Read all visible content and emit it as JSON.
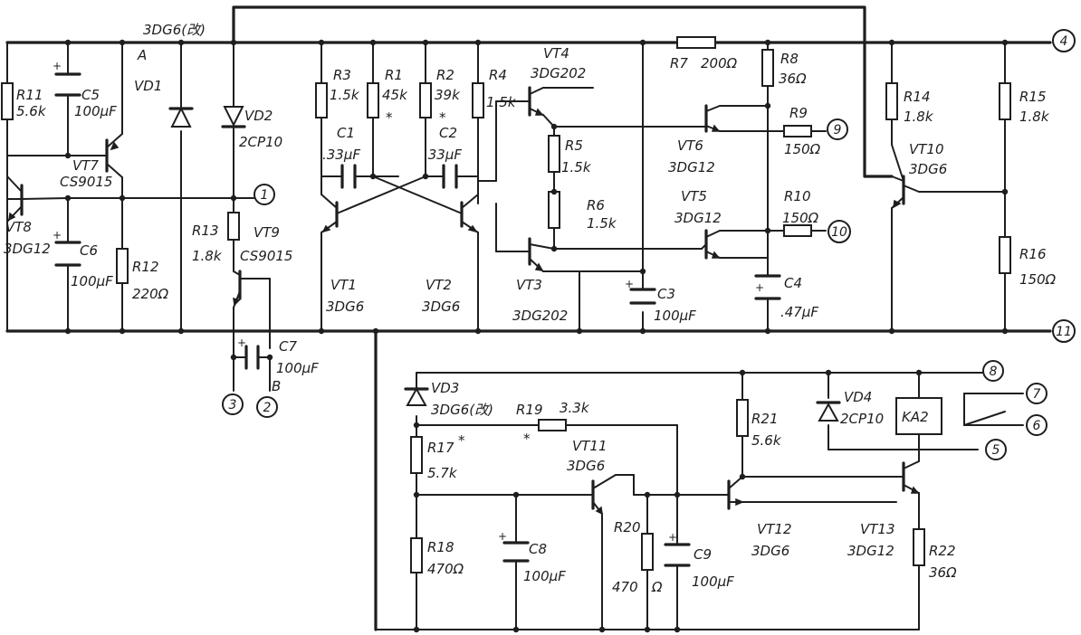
{
  "components": {
    "R11": {
      "ref": "R11",
      "value": "5.6k"
    },
    "C5": {
      "ref": "C5",
      "value": "100μF"
    },
    "VT7": {
      "ref": "VT7",
      "value": "CS9015"
    },
    "VT8": {
      "ref": "VT8",
      "value": "3DG12"
    },
    "C6": {
      "ref": "C6",
      "value": "100μF"
    },
    "R12": {
      "ref": "R12",
      "value": "220Ω"
    },
    "VD1": {
      "ref": "VD1",
      "value": "3DG6(改)"
    },
    "VD2": {
      "ref": "VD2",
      "value": "2CP10"
    },
    "R13": {
      "ref": "R13",
      "value": "1.8k"
    },
    "VT9": {
      "ref": "VT9",
      "value": "CS9015"
    },
    "C7": {
      "ref": "C7",
      "value": "100μF"
    },
    "R3": {
      "ref": "R3",
      "value": "1.5k"
    },
    "R1": {
      "ref": "R1",
      "value": "45k"
    },
    "R2": {
      "ref": "R2",
      "value": "39k"
    },
    "R4": {
      "ref": "R4",
      "value": "1.5k"
    },
    "C1": {
      "ref": "C1",
      "value": ".33μF"
    },
    "C2": {
      "ref": "C2",
      "value": ".33μF"
    },
    "VT1": {
      "ref": "VT1",
      "value": "3DG6"
    },
    "VT2": {
      "ref": "VT2",
      "value": "3DG6"
    },
    "VT4": {
      "ref": "VT4",
      "value": "3DG202"
    },
    "VT3": {
      "ref": "VT3",
      "value": "3DG202"
    },
    "R5": {
      "ref": "R5",
      "value": "1.5k"
    },
    "R6": {
      "ref": "R6",
      "value": "1.5k"
    },
    "R7": {
      "ref": "R7",
      "value": "200Ω"
    },
    "R8": {
      "ref": "R8",
      "value": "36Ω"
    },
    "R9": {
      "ref": "R9",
      "value": "150Ω"
    },
    "R10": {
      "ref": "R10",
      "value": "150Ω"
    },
    "VT6": {
      "ref": "VT6",
      "value": "3DG12"
    },
    "VT5": {
      "ref": "VT5",
      "value": "3DG12"
    },
    "C3": {
      "ref": "C3",
      "value": "100μF"
    },
    "C4": {
      "ref": "C4",
      "value": ".47μF"
    },
    "R14": {
      "ref": "R14",
      "value": "1.8k"
    },
    "VT10": {
      "ref": "VT10",
      "value": "3DG6"
    },
    "R15": {
      "ref": "R15",
      "value": "1.8k"
    },
    "R16": {
      "ref": "R16",
      "value": "150Ω"
    },
    "VD3": {
      "ref": "VD3",
      "value": "3DG6(改)"
    },
    "R19": {
      "ref": "R19",
      "value": "3.3k"
    },
    "R17": {
      "ref": "R17",
      "value": "5.7k"
    },
    "R18": {
      "ref": "R18",
      "value": "470Ω"
    },
    "C8": {
      "ref": "C8",
      "value": "100μF"
    },
    "VT11": {
      "ref": "VT11",
      "value": "3DG6"
    },
    "R20": {
      "ref": "R20",
      "value": "470"
    },
    "R20u": {
      "value": "Ω"
    },
    "C9": {
      "ref": "C9",
      "value": "100μF"
    },
    "R21": {
      "ref": "R21",
      "value": "5.6k"
    },
    "VT12": {
      "ref": "VT12",
      "value": "3DG6"
    },
    "VT13": {
      "ref": "VT13",
      "value": "3DG12"
    },
    "R22": {
      "ref": "R22",
      "value": "36Ω"
    },
    "VD4": {
      "ref": "VD4",
      "value": "2CP10"
    },
    "KA2": {
      "ref": "KA2"
    }
  },
  "points": {
    "A": "A",
    "B": "B"
  },
  "marks": {
    "star": "*"
  },
  "terminals": [
    "1",
    "2",
    "3",
    "4",
    "5",
    "6",
    "7",
    "8",
    "9",
    "10",
    "11"
  ]
}
